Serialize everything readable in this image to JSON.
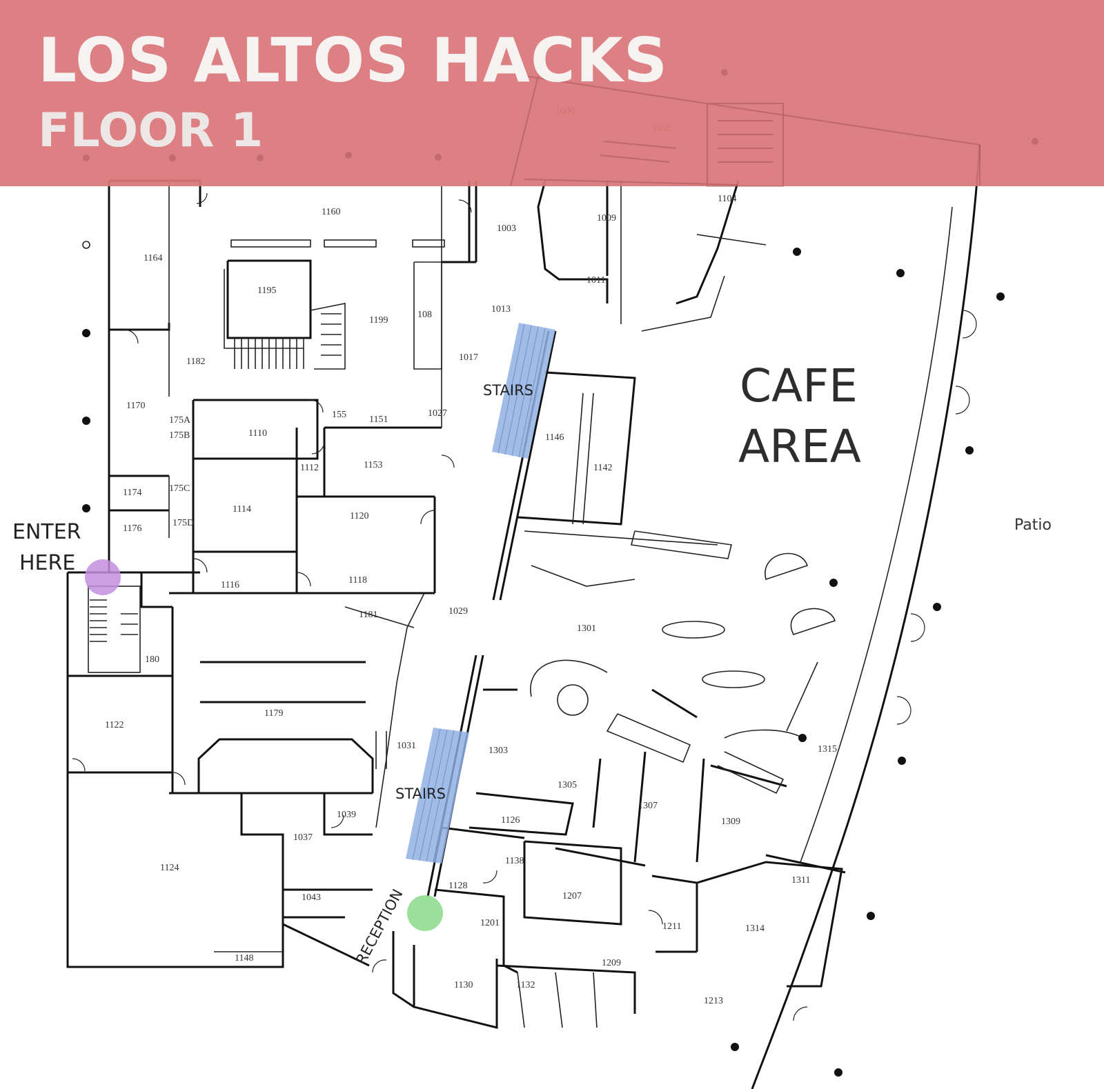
{
  "header": {
    "title": "LOS ALTOS HACKS",
    "subtitle": "FLOOR 1",
    "color": "#d9767a"
  },
  "labels": {
    "cafe_line1": "CAFE",
    "cafe_line2": "AREA",
    "enter_line1": "ENTER",
    "enter_line2": "HERE",
    "stairs_upper": "STAIRS",
    "stairs_lower": "STAIRS",
    "reception": "RECEPTION",
    "patio": "Patio"
  },
  "markers": {
    "entrance_color": "#c38ee0",
    "reception_color": "#8fdc8f",
    "stairs_color": "#8fb0e3"
  },
  "rooms": {
    "r1000": "1000",
    "r1002": "1002",
    "r1003": "1003",
    "r1104": "1104",
    "r1009": "1009",
    "r1011": "1011",
    "r1160": "1160",
    "r1164": "1164",
    "r1195": "1195",
    "r1199": "1199",
    "r1108": "108",
    "r1013": "1013",
    "r1017": "1017",
    "r1182": "1182",
    "r1170": "1170",
    "r1175a": "175A",
    "r1175b": "175B",
    "r1110": "1110",
    "r1155": "155",
    "r1151": "1151",
    "r1027": "1027",
    "r1146": "1146",
    "r1142": "1142",
    "r1153": "1153",
    "r1112": "1112",
    "r1174": "1174",
    "r1175c": "175C",
    "r1114": "1114",
    "r1120": "1120",
    "r1176": "1176",
    "r1175d": "175D",
    "r1116": "1116",
    "r1118": "1118",
    "r1181": "1181",
    "r1029": "1029",
    "r1301": "1301",
    "r1180": "180",
    "r1122": "1122",
    "r1179": "1179",
    "r1031": "1031",
    "r1303": "1303",
    "r1305": "1305",
    "r1307": "1307",
    "r1309": "1309",
    "r1315": "1315",
    "r1039": "1039",
    "r1037": "1037",
    "r1126": "1126",
    "r1124": "1124",
    "r1138": "1138",
    "r1207": "1207",
    "r1311": "1311",
    "r1128": "1128",
    "r1043": "1043",
    "r1201": "1201",
    "r1211": "1211",
    "r1314": "1314",
    "r1148": "1148",
    "r1130": "1130",
    "r1209": "1209",
    "r1213": "1213",
    "r1132": "1132"
  }
}
